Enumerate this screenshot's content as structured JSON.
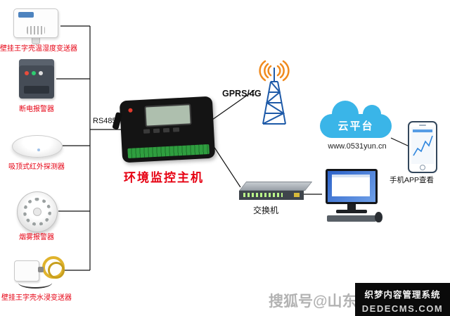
{
  "sensors": {
    "items": [
      {
        "label": "壁挂王字壳温湿度变送器"
      },
      {
        "label": "断电报警器"
      },
      {
        "label": "吸顶式红外探测器"
      },
      {
        "label": "烟雾报警器"
      },
      {
        "label": "壁挂王字壳水浸变送器"
      }
    ]
  },
  "bus": {
    "label": "RS485"
  },
  "host": {
    "label": "环境监控主机"
  },
  "network": {
    "gprs_label": "GPRS/4G",
    "switch_label": "交换机"
  },
  "cloud": {
    "label": "云平台",
    "url": "www.0531yun.cn"
  },
  "phone": {
    "label": "手机APP查看"
  },
  "watermarks": {
    "sohu": "搜狐号@山东",
    "cms_line1": "织梦内容管理系统",
    "cms_line2": "DEDECMS.COM"
  },
  "colors": {
    "accent_red": "#e60012",
    "cloud_blue": "#3ab5e8",
    "tower_blue": "#1e5aa8",
    "wave_orange": "#f08a1d",
    "terminal_green": "#2f9e3f"
  }
}
